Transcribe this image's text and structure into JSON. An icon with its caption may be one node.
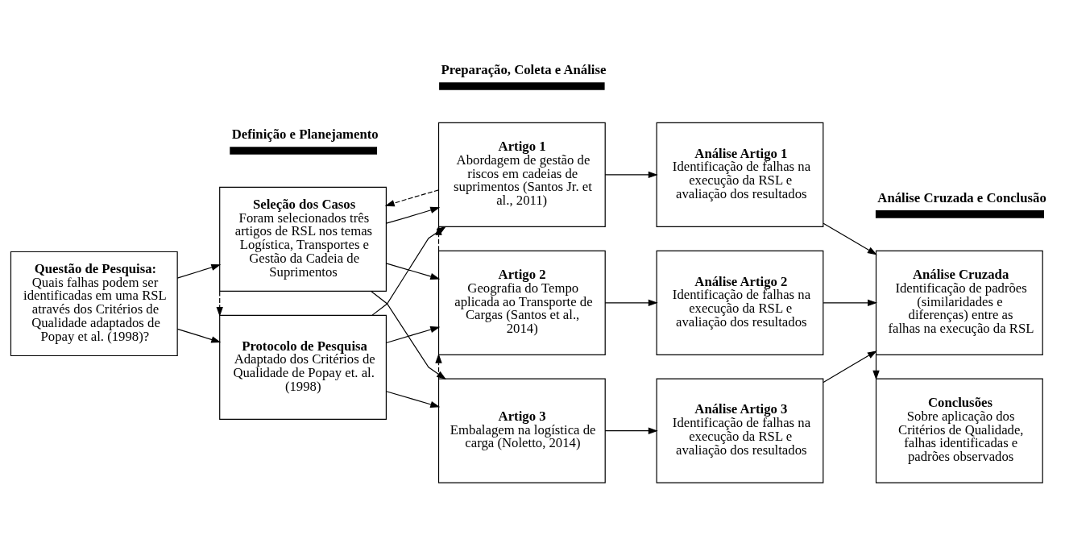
{
  "diagram": {
    "nodes": [
      {
        "text": [
          "Questão de Pesquisa:",
          "Quais falhas podem ser identificadas em uma RSL através dos Critérios de Qualidade adaptados de Popay et al. (1998)?"
        ]
      },
      {
        "text": [
          "Seleção dos Casos",
          "Foram selecionados três artigos de RSL nos temas Logística, Transportes e Gestão da Cadeia de Suprimentos"
        ]
      },
      {
        "text": [
          "Protocolo de Pesquisa",
          "Adaptado dos Critérios de Qualidade de Popay et. al. (1998)"
        ]
      },
      {
        "text": [
          "Artigo 1",
          "Abordagem de gestão de riscos em cadeias de suprimentos (Santos Jr. et al., 2011)"
        ]
      },
      {
        "text": [
          "Artigo 2",
          "Geografia do Tempo aplicada ao Transporte de Cargas (Santos et al., 2014)"
        ]
      },
      {
        "text": [
          "Artigo 3",
          "Embalagem na logística de carga (Noletto, 2014)"
        ]
      },
      {
        "text": [
          "Análise Artigo 1",
          "Identificação de falhas na execução da RSL e avaliação dos resultados"
        ]
      },
      {
        "text": [
          "Análise Artigo 2",
          "Identificação de falhas na execução da RSL e avaliação dos resultados"
        ]
      },
      {
        "text": [
          "Análise Artigo 3",
          "Identificação de falhas na execução da RSL e avaliação dos resultados"
        ]
      },
      {
        "text": [
          "Análise Cruzada",
          "Identificação de padrões (similaridades e diferenças) entre as falhas na execução da RSL"
        ]
      },
      {
        "text": [
          "Conclusões",
          "Sobre aplicação dos Critérios de Qualidade, falhas identificadas e padrões observados"
        ]
      }
    ],
    "edges": [
      {
        "from": 0,
        "to": 1,
        "arrow": "to"
      },
      {
        "from": 0,
        "to": 2,
        "arrow": "to"
      },
      {
        "from": 1,
        "to": 2,
        "arrow": "to",
        "style": "dashed"
      },
      {
        "from": 3,
        "to": 1,
        "arrow": "to",
        "style": "dashed"
      },
      {
        "from": 1,
        "to": 3,
        "arrow": "to"
      },
      {
        "from": 1,
        "to": 4,
        "arrow": "to"
      },
      {
        "from": 1,
        "to": 5,
        "arrow": "to"
      },
      {
        "from": 2,
        "to": 3,
        "arrow": "to"
      },
      {
        "from": 2,
        "to": 4,
        "arrow": "to"
      },
      {
        "from": 2,
        "to": 5,
        "arrow": "to"
      },
      {
        "from": 4,
        "to": 3,
        "arrow": "to",
        "style": "dashed"
      },
      {
        "from": 5,
        "to": 4,
        "arrow": "to",
        "style": "dashed"
      },
      {
        "from": 3,
        "to": 6,
        "arrow": "to"
      },
      {
        "from": 4,
        "to": 7,
        "arrow": "to"
      },
      {
        "from": 5,
        "to": 8,
        "arrow": "to"
      },
      {
        "from": 6,
        "to": 9,
        "arrow": "to"
      },
      {
        "from": 7,
        "to": 9,
        "arrow": "to"
      },
      {
        "from": 8,
        "to": 9,
        "arrow": "to"
      },
      {
        "from": 9,
        "to": 10,
        "arrow": "to"
      }
    ],
    "labels": [
      "Definição e Planejamento",
      "Preparação, Coleta e Análise",
      "Análise Cruzada e Conclusão"
    ]
  }
}
